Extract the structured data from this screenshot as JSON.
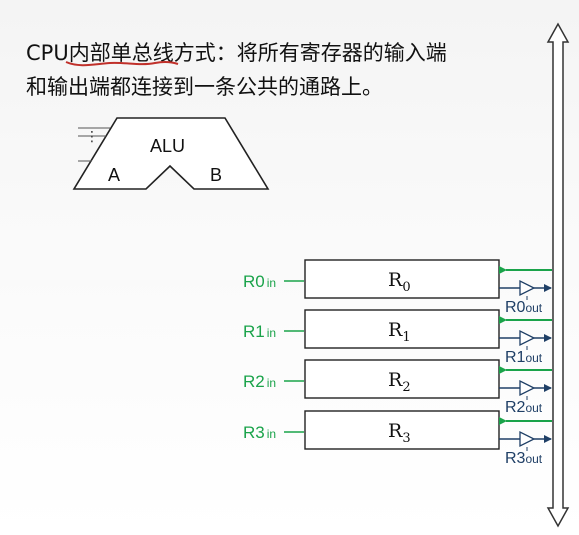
{
  "heading": {
    "line1": "CPU内部单总线方式：将所有寄存器的输入端",
    "line2": "和输出端都连接到一条公共的通路上。"
  },
  "alu": {
    "label": "ALU",
    "input_a": "A",
    "input_b": "B"
  },
  "registers": [
    {
      "name": "R",
      "sub": "0",
      "in_main": "R0",
      "in_sub": "in",
      "out_main": "R0",
      "out_sub": "out"
    },
    {
      "name": "R",
      "sub": "1",
      "in_main": "R1",
      "in_sub": "in",
      "out_main": "R1",
      "out_sub": "out"
    },
    {
      "name": "R",
      "sub": "2",
      "in_main": "R2",
      "in_sub": "in",
      "out_main": "R2",
      "out_sub": "out"
    },
    {
      "name": "R",
      "sub": "3",
      "in_main": "R3",
      "in_sub": "in",
      "out_main": "R3",
      "out_sub": "out"
    }
  ],
  "colors": {
    "in_signal": "#1aa34a",
    "out_signal": "#1f3f66",
    "underline": "#c0302a"
  }
}
